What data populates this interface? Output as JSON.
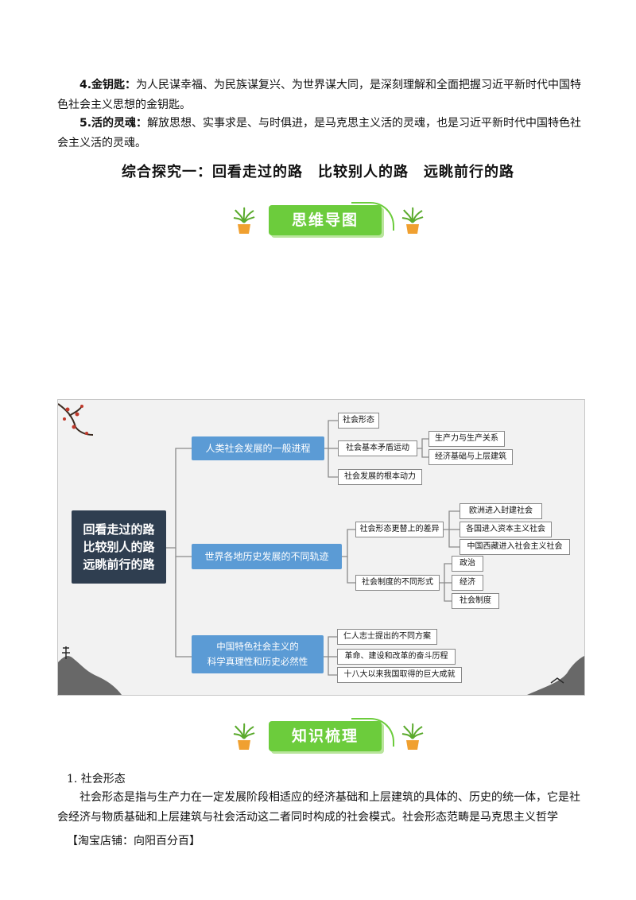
{
  "intro": {
    "item4_label": "4.金钥匙：",
    "item4_text": "为人民谋幸福、为民族谋复兴、为世界谋大同，是深刻理解和全面把握习近平新时代中国特色社会主义思想的金钥匙。",
    "item5_label": "5.活的灵魂：",
    "item5_text": "解放思想、实事求是、与时俱进，是马克思主义活的灵魂，也是习近平新时代中国特色社会主义活的灵魂。"
  },
  "section_title": "综合探究一：回看走过的路　比较别人的路　远眺前行的路",
  "banner1": "思维导图",
  "banner2": "知识梳理",
  "mindmap": {
    "root": [
      "回看走过的路",
      "比较别人的路",
      "远眺前行的路"
    ],
    "branch1": {
      "label": "人类社会发展的一般进程",
      "children": [
        "社会形态",
        "社会基本矛盾运动",
        "社会发展的根本动力"
      ],
      "grandchildren": [
        "生产力与生产关系",
        "经济基础与上层建筑"
      ]
    },
    "branch2": {
      "label": "世界各地历史发展的不同轨迹",
      "children": [
        "社会形态更替上的差异",
        "社会制度的不同形式"
      ],
      "grandchildren_a": [
        "欧洲进入封建社会",
        "各国进入资本主义社会",
        "中国西藏进入社会主义社会"
      ],
      "grandchildren_b": [
        "政治",
        "经济",
        "社会制度"
      ]
    },
    "branch3": {
      "label_line1": "中国特色社会主义的",
      "label_line2": "科学真理性和历史必然性",
      "children": [
        "仁人志士提出的不同方案",
        "革命、建设和改革的奋斗历程",
        "十八大以来我国取得的巨大成就"
      ]
    }
  },
  "knowledge": {
    "heading": "1.  社会形态",
    "text": "社会形态是指与生产力在一定发展阶段相适应的经济基础和上层建筑的具体的、历史的统一体，它是社会经济与物质基础和上层建筑与社会活动这二者同时构成的社会模式。社会形态范畴是马克思主义哲学"
  },
  "footer": "【淘宝店铺：向阳百分百】",
  "colors": {
    "green": "#6ccc3c",
    "blue": "#5b9bd5",
    "navy": "#2f3e50"
  }
}
